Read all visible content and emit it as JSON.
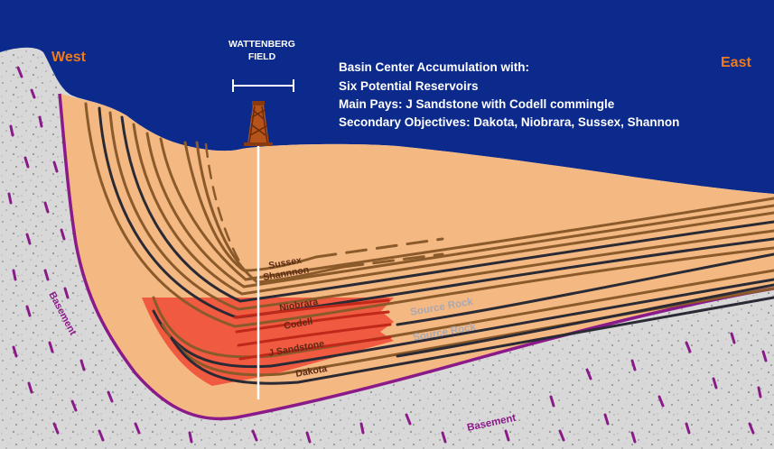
{
  "labels": {
    "west": "West",
    "east": "East",
    "field_name": "WATTENBERG",
    "field_suffix": "FIELD",
    "basement_left": "Basement",
    "basement_bottom": "Basement"
  },
  "description_lines": [
    "Basin Center Accumulation with:",
    "Six Potential Reservoirs",
    "Main Pays:  J Sandstone with Codell commingle",
    "Secondary Objectives: Dakota, Niobrara, Sussex, Shannon"
  ],
  "formations": {
    "sussex": "Sussex",
    "shannon": "Shannnon",
    "niobrara": "Niobrara",
    "codell": "Codell",
    "j_sandstone": "J Sandstone",
    "dakota": "Dakota",
    "source_rock_upper": "Source Rock",
    "source_rock_lower": "Source Rock"
  },
  "colors": {
    "sky": "#0b2a8c",
    "basement_fill": "#d6d6d6",
    "basin_fill": "#f4b882",
    "layer_brown": "#8a5a2b",
    "layer_dark": "#2a2a35",
    "source_fill": "#f0503a",
    "accent_orange": "#f07a1a",
    "basement_purple": "#8a1a8a",
    "text_white": "#ffffff",
    "formation_text": "#5a2a14",
    "source_text": "#a8a8b4"
  }
}
